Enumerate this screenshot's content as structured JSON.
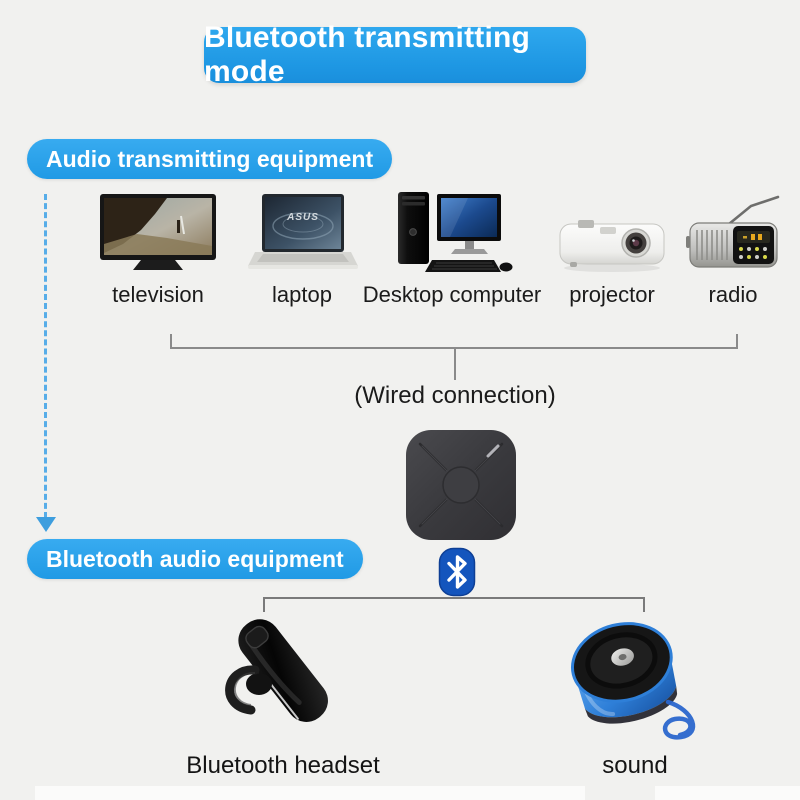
{
  "colors": {
    "background": "#f1f1ef",
    "accent_blue": "#29a2e9",
    "bracket_gray": "#8a8a8a",
    "bluetooth_badge_blue": "#1455bd",
    "speaker_blue": "#2e7fd8",
    "adapter_body": "#3a3a3e"
  },
  "header": {
    "title": "Bluetooth transmitting mode"
  },
  "transmit_section": {
    "label": "Audio transmitting equipment",
    "devices": [
      {
        "icon": "television-icon",
        "label": "television"
      },
      {
        "icon": "laptop-icon",
        "label": "laptop"
      },
      {
        "icon": "desktop-computer-icon",
        "label": "Desktop computer"
      },
      {
        "icon": "projector-icon",
        "label": "projector"
      },
      {
        "icon": "radio-icon",
        "label": "radio"
      }
    ],
    "connection_note": "(Wired connection)",
    "laptop_brand": "ASUS"
  },
  "adapter": {
    "icon": "bluetooth-adapter-icon",
    "badge_icon": "bluetooth-icon"
  },
  "receive_section": {
    "label": "Bluetooth audio equipment",
    "devices": [
      {
        "icon": "bluetooth-headset-icon",
        "label": "Bluetooth headset"
      },
      {
        "icon": "speaker-icon",
        "label": "sound"
      }
    ]
  }
}
